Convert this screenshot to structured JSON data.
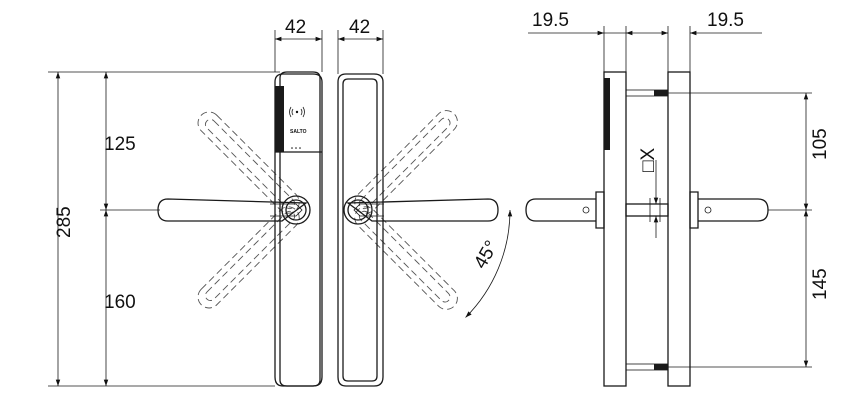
{
  "drawing": {
    "title": "Lever handle lock technical drawing",
    "front_view": {
      "width_label": "42",
      "height_total_label": "285",
      "upper_label": "125",
      "lower_label": "160",
      "brand_label": "SALTO",
      "rfid_icon": "wireless-icon"
    },
    "back_view": {
      "width_label": "42",
      "angle_label": "45°"
    },
    "side_view": {
      "left_thickness_label": "19.5",
      "right_thickness_label": "19.5",
      "upper_label": "105",
      "lower_label": "145",
      "spindle_label": "□X"
    }
  }
}
